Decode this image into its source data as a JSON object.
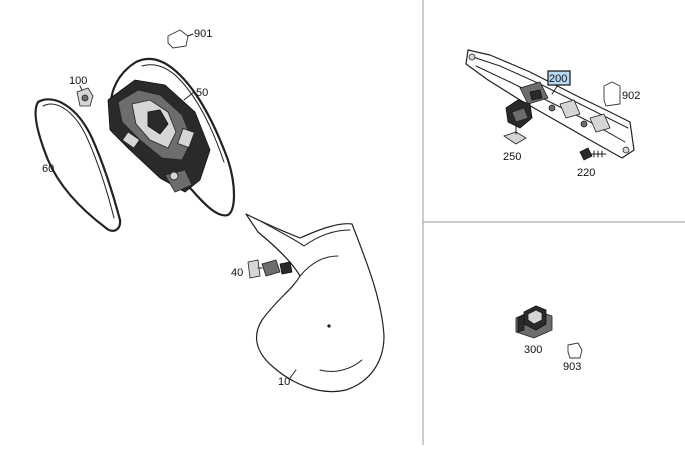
{
  "callouts": {
    "c10": "10",
    "c40": "40",
    "c50": "50",
    "c60": "60",
    "c100": "100",
    "c200": "200",
    "c220": "220",
    "c250": "250",
    "c300": "300",
    "c901": "901",
    "c902": "902",
    "c903": "903"
  },
  "colors": {
    "highlight": "#b8d8f4",
    "line": "#222222",
    "separator": "#9a9a9a"
  }
}
